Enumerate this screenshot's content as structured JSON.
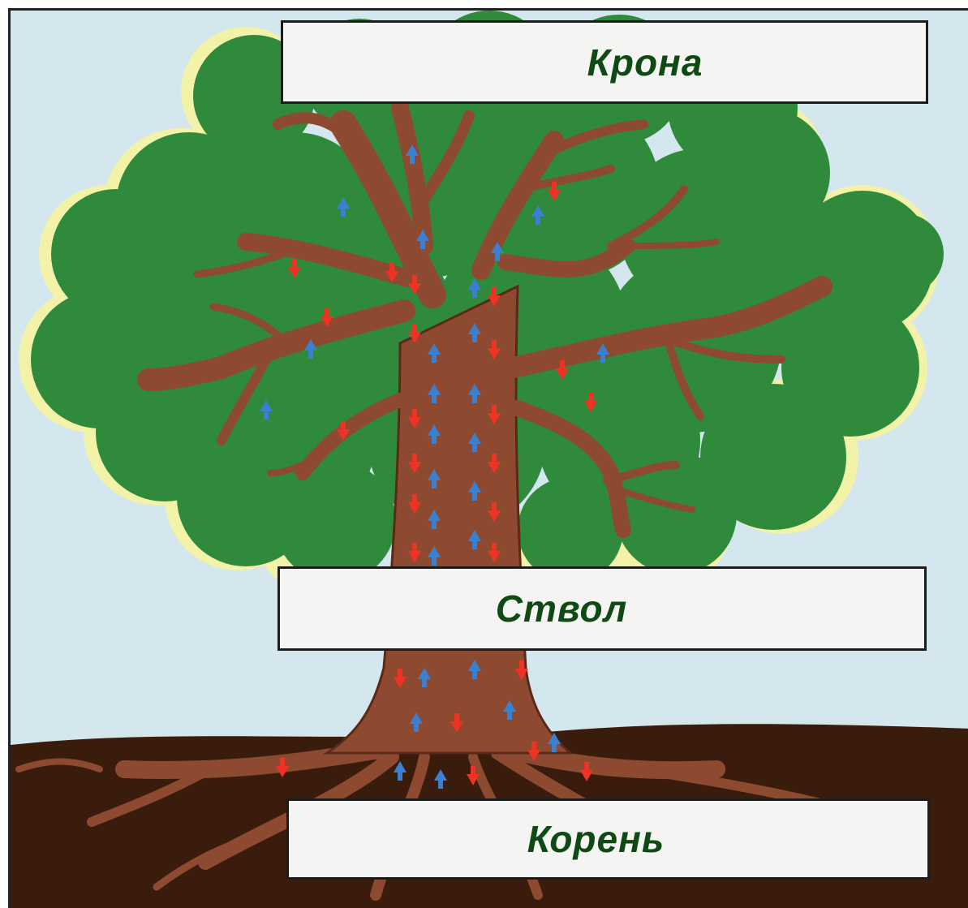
{
  "labels": {
    "crown": "Крона",
    "trunk": "Ствол",
    "root": "Корень"
  },
  "colors": {
    "sky": "#d4e6ee",
    "soil": "#3a1c0d",
    "foliage": "#2f8a3c",
    "foliage_dark": "#1f6b2a",
    "foliage_glow": "#f2f2a8",
    "bark": "#8e4a30",
    "bark_dark": "#5a2a18",
    "arrow_up": "#3b7fd0",
    "arrow_down": "#ee3325",
    "label_text": "#0f4a14"
  }
}
